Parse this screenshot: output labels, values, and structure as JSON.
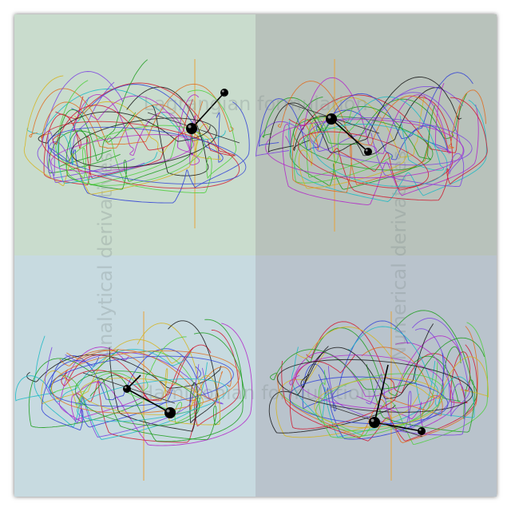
{
  "watermarks": {
    "top": "Lagrangian formulation",
    "bottom": "Hamiltonian formulation",
    "left": "Analytical derivatives",
    "right": "Numerical derivatives"
  },
  "colors": {
    "panel_top_left": "#c9dccd",
    "panel_top_right": "#b8c2bb",
    "panel_bottom_left": "#c7dae0",
    "panel_bottom_right": "#b9c3cc",
    "rod": "#000000",
    "bob": "#000000",
    "axis_vertical": "#e8a33a",
    "trace_palette": [
      "#d1142b",
      "#1a9c1a",
      "#2b3cd6",
      "#b122c9",
      "#18b8c4",
      "#d5b41c",
      "#111111",
      "#7a3fe0",
      "#e06a1a",
      "#4bcf3a"
    ]
  },
  "panels": [
    {
      "id": "lagrangian-analytical",
      "formulation": "lagrangian",
      "derivatives": "analytical"
    },
    {
      "id": "lagrangian-numerical",
      "formulation": "lagrangian",
      "derivatives": "numerical"
    },
    {
      "id": "hamiltonian-analytical",
      "formulation": "hamiltonian",
      "derivatives": "analytical"
    },
    {
      "id": "hamiltonian-numerical",
      "formulation": "hamiltonian",
      "derivatives": "numerical"
    }
  ]
}
